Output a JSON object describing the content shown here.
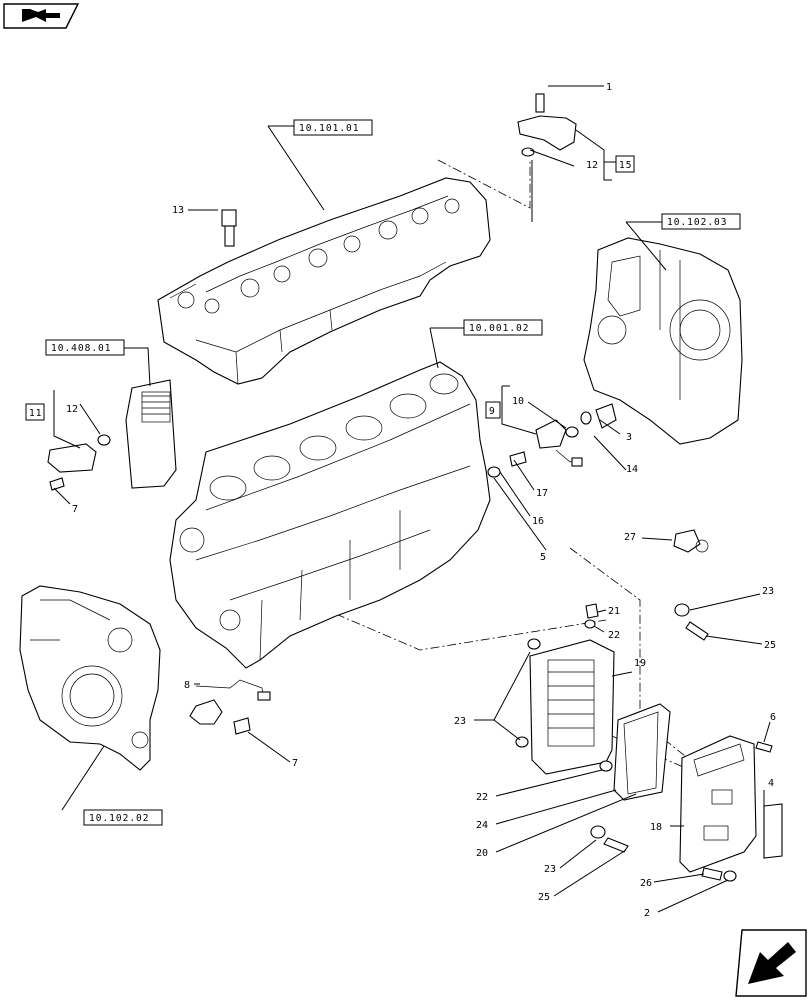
{
  "nav": {
    "top_icon": "book-with-arrow-icon",
    "bottom_icon": "next-page-arrow-icon"
  },
  "references": {
    "cylinder_head": "10.101.01",
    "engine_block": "10.001.02",
    "flywheel_housing": "10.102.03",
    "timing_cover": "10.102.02",
    "fuel_filter": "10.408.01"
  },
  "groups": {
    "g15": "15",
    "g11": "11",
    "g9": "9"
  },
  "callouts": {
    "c1": "1",
    "c12a": "12",
    "c13": "13",
    "c12b": "12",
    "c7a": "7",
    "c10": "10",
    "c3": "3",
    "c14": "14",
    "c17": "17",
    "c16": "16",
    "c5": "5",
    "c27": "27",
    "c21": "21",
    "c22a": "22",
    "c23a": "23",
    "c25a": "25",
    "c19": "19",
    "c23b": "23",
    "c8": "8",
    "c7b": "7",
    "c6": "6",
    "c22b": "22",
    "c24": "24",
    "c18": "18",
    "c4": "4",
    "c20": "20",
    "c23c": "23",
    "c26": "26",
    "c25b": "25",
    "c2": "2"
  }
}
